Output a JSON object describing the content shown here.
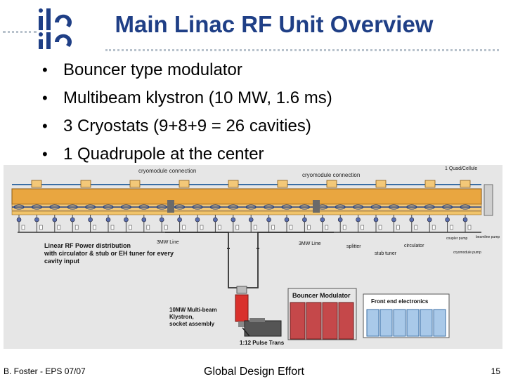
{
  "slide": {
    "title": "Main Linac RF Unit Overview",
    "bullets": [
      "Bouncer type modulator",
      "Multibeam klystron (10 MW, 1.6 ms)",
      "3 Cryostats (9+8+9 = 26 cavities)",
      "1 Quadrupole at the center"
    ],
    "bullet_glyph": "•"
  },
  "diagram": {
    "labels": {
      "cryomodule_connection_left": "cryomodule connection",
      "cryomodule_connection_right": "cryomodule connection",
      "quadrupole_top": "1 Quad/Cellule",
      "linear_rf_title": "Linear RF Power distribution",
      "linear_rf_line2": "with circulator & stub or EH tuner for every",
      "linear_rf_line3": "cavity input",
      "mw_line_left": "3MW Line",
      "mw_line_right": "3MW Line",
      "splitter": "splitter",
      "circulator": "circulator",
      "stub_tuner": "stub tuner",
      "coupler_pump": "coupler pump",
      "beamline_pump": "beamline pump",
      "cryomodule_pump": "cryomodule pump",
      "bouncer_modulator": "Bouncer Modulator",
      "front_end_electronics": "Front end electronics",
      "klystron_line1": "10MW Multi-beam",
      "klystron_line2": "Klystron,",
      "klystron_line3": "socket assembly",
      "pulse_trans": "1:12 Pulse Trans"
    }
  },
  "footer": {
    "author": "B. Foster - EPS 07/07",
    "center": "Global Design Effort",
    "page_number": "15"
  },
  "colors": {
    "title_blue": "#1f3f86",
    "logo_blue": "#1f3f86",
    "panel_bg": "#e6e6e6",
    "cryostat_orange": "#e9a640",
    "modulator_red": "#c5484a",
    "electronics_blue": "#a9c9e9",
    "rf_line": "#333333"
  },
  "icons": {
    "logo": "ilc-logo"
  }
}
